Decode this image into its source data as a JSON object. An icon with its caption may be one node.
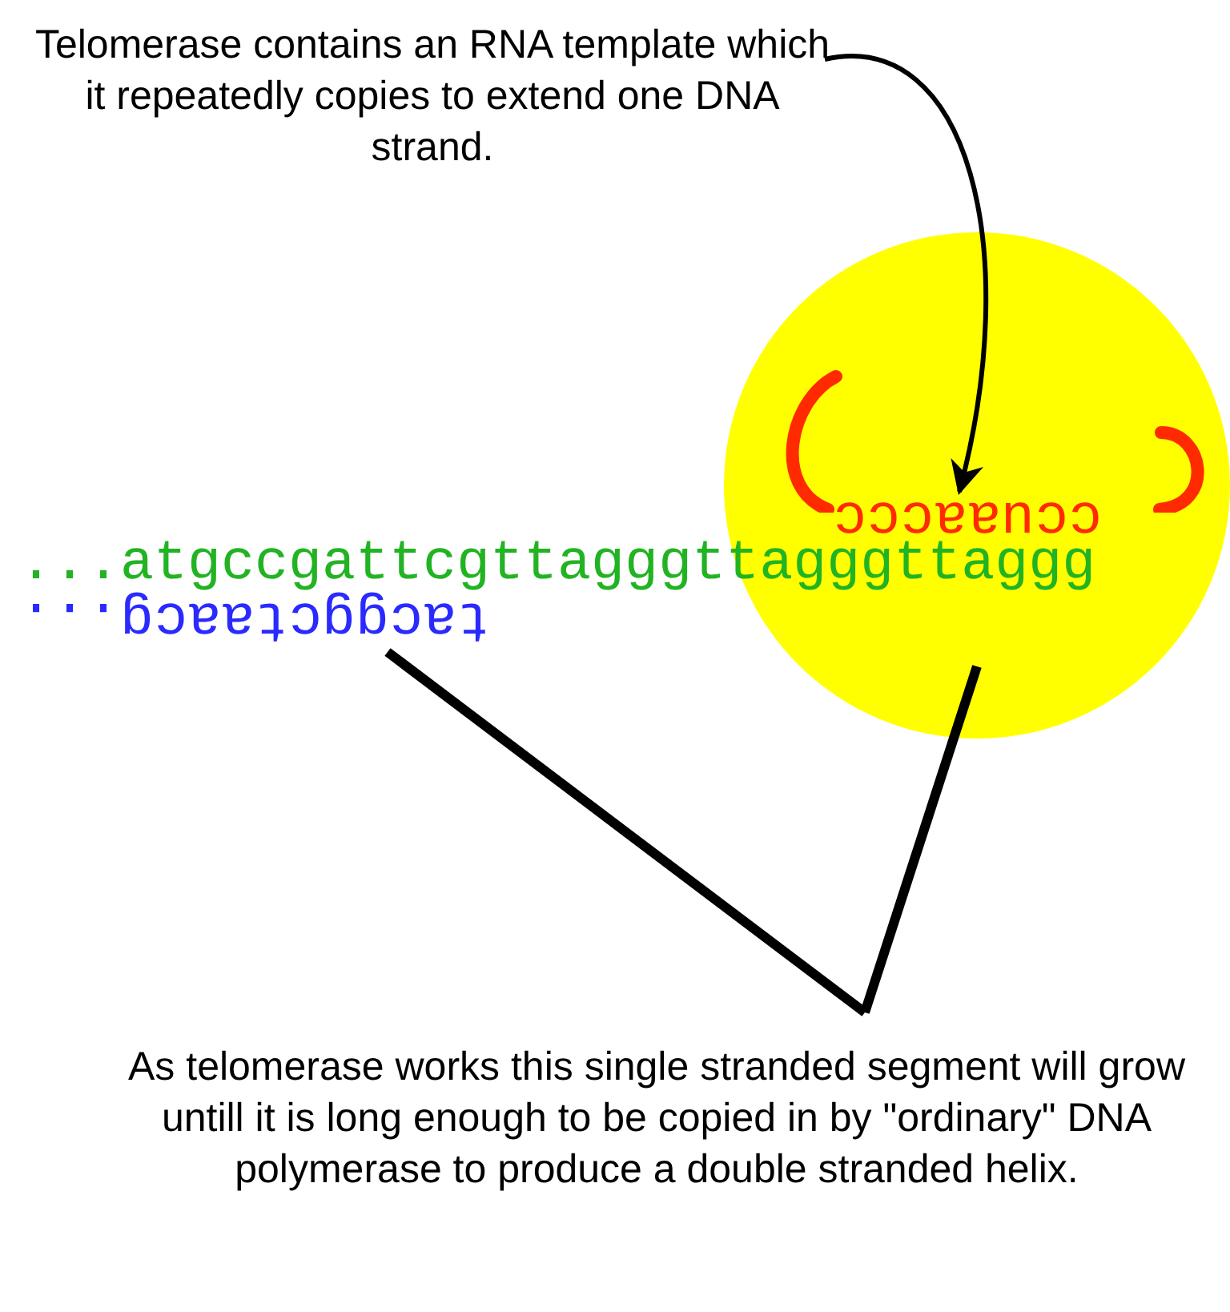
{
  "diagram": {
    "nodes": [
      {
        "text": [
          "Telomerase contains an RNA template which it repeatedly copies to extend one DNA strand."
        ]
      },
      {
        "text": [],
        "shape": "circle"
      },
      {
        "text": [
          "ccuaaccc"
        ],
        "in": 1
      },
      {
        "text": [
          "...atgccgattcgttagggttagggttaggg"
        ]
      },
      {
        "text": [
          "tacggctaacg..."
        ]
      },
      {
        "text": [
          "As telomerase works this single stranded segment will grow untill it is long enough to be copied in by \"ordinary\" DNA polymerase to produce a double stranded helix."
        ]
      }
    ],
    "edges": [
      {
        "from": 0,
        "to": 2,
        "arrow": "to"
      },
      {
        "from": 5,
        "to": 4,
        "arrow": "none"
      },
      {
        "from": 5,
        "to": 1,
        "arrow": "none"
      }
    ]
  }
}
